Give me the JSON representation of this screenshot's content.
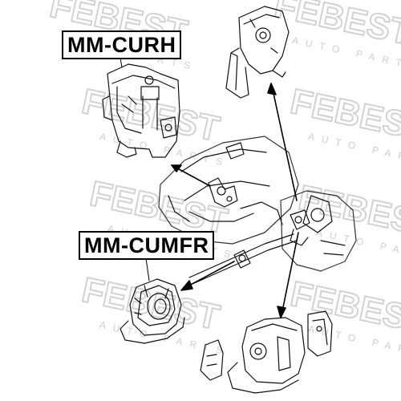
{
  "labels": {
    "top": "MM-CURH",
    "bottom": "MM-CUMFR"
  },
  "watermark": {
    "brand": "FEBEST",
    "tagline": "AUTO PARTS",
    "color": "#d8d8d8"
  },
  "colors": {
    "line": "#111111",
    "paper": "#ffffff"
  }
}
